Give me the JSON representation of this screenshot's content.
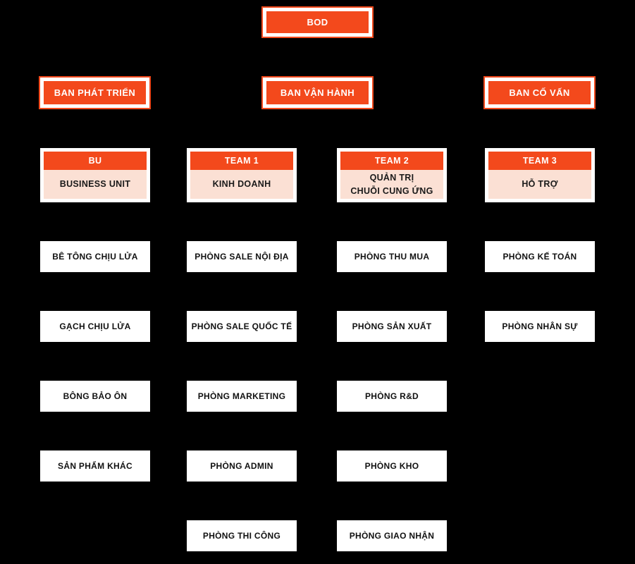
{
  "colors": {
    "background": "#000000",
    "accent_orange": "#F3491C",
    "peach_body": "#FBE0D4",
    "box_white": "#FFFFFF",
    "text_dark": "#111111",
    "text_white": "#FFFFFF"
  },
  "org": {
    "root": {
      "label": "BOD"
    },
    "divisions": [
      {
        "label": "BAN PHÁT TRIỂN"
      },
      {
        "label": "BAN VẬN HÀNH"
      },
      {
        "label": "BAN CỐ VẤN"
      }
    ],
    "teams": [
      {
        "code": "BU",
        "name": "BUSINESS UNIT"
      },
      {
        "code": "TEAM 1",
        "name": "KINH DOANH"
      },
      {
        "code": "TEAM 2",
        "name": "QUẢN TRỊ\nCHUỖI CUNG ỨNG"
      },
      {
        "code": "TEAM 3",
        "name": "HỖ TRỢ"
      }
    ],
    "departments": {
      "column_1": [
        "BÊ TÔNG CHỊU LỬA",
        "GẠCH CHỊU LỬA",
        "BÔNG BẢO ÔN",
        "SẢN PHẨM KHÁC"
      ],
      "column_2": [
        "PHÒNG SALE NỘI ĐỊA",
        "PHÒNG SALE QUỐC  TẾ",
        "PHÒNG MARKETING",
        "PHÒNG ADMIN",
        "PHÒNG THI CÔNG"
      ],
      "column_3": [
        "PHÒNG THU MUA",
        "PHÒNG SẢN XUẤT",
        "PHÒNG R&D",
        "PHÒNG KHO",
        "PHÒNG GIAO NHẬN"
      ],
      "column_4": [
        "PHÒNG KẾ TOÁN",
        "PHÒNG NHÂN SỰ"
      ]
    }
  }
}
